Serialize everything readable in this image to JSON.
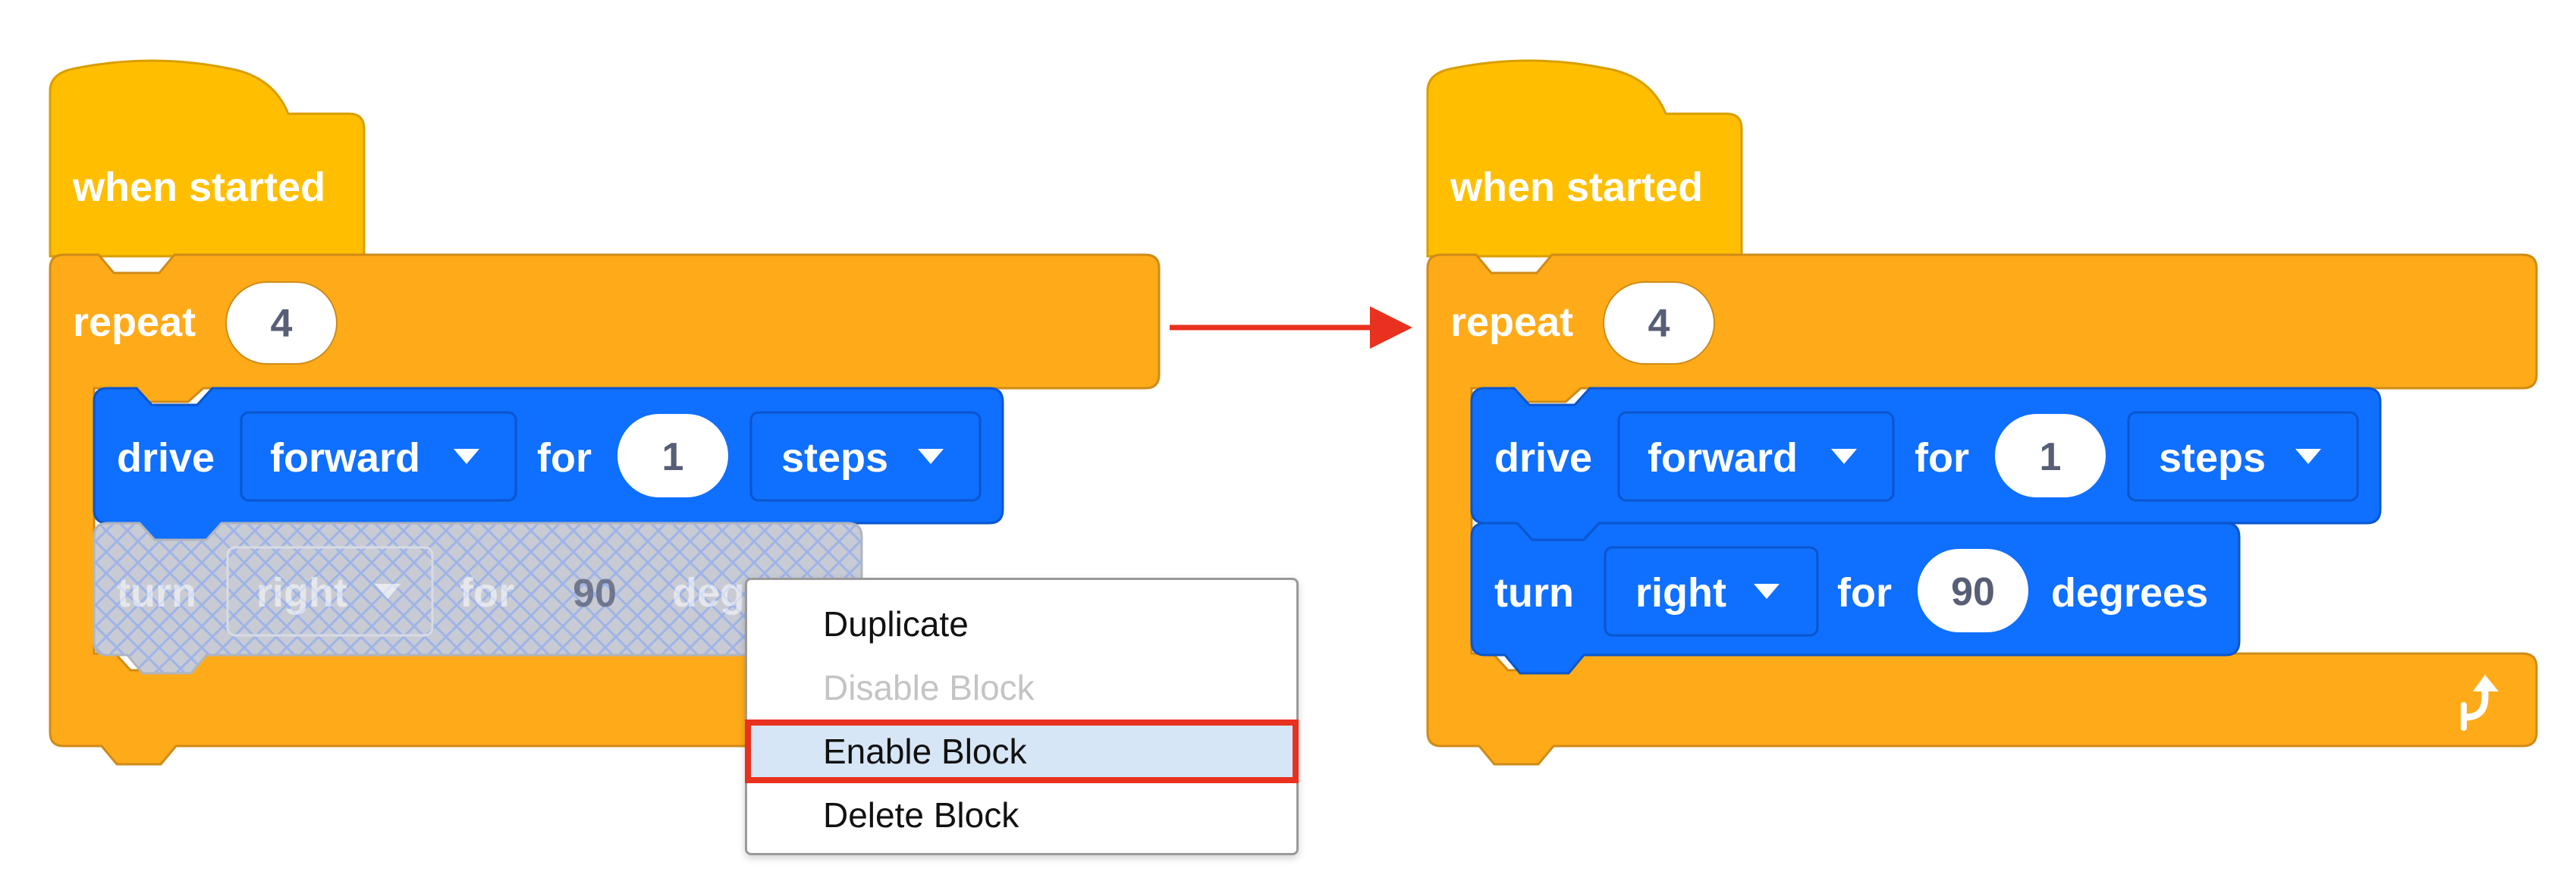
{
  "colors": {
    "event_yellow": "#FFBF00",
    "control_orange": "#FFAB19",
    "motion_blue": "#0F6FFF",
    "disabled_gray": "#C8CBD3",
    "pill_text": "#575E75",
    "arrow_red": "#E8311E",
    "menu_highlight": "#D6E6F7"
  },
  "before": {
    "hat_label": "when started",
    "repeat_label": "repeat",
    "repeat_count": "4",
    "drive": {
      "label": "drive",
      "direction": "forward",
      "for_label": "for",
      "amount": "1",
      "unit": "steps"
    },
    "turn_disabled": {
      "label": "turn",
      "direction": "right",
      "for_label": "for",
      "amount": "90",
      "unit_visible": "deg"
    }
  },
  "context_menu": {
    "items": [
      {
        "label": "Duplicate",
        "state": "enabled"
      },
      {
        "label": "Disable Block",
        "state": "disabled"
      },
      {
        "label": "Enable Block",
        "state": "highlighted"
      },
      {
        "label": "Delete Block",
        "state": "enabled"
      }
    ]
  },
  "transition_arrow": "arrow-right-icon",
  "after": {
    "hat_label": "when started",
    "repeat_label": "repeat",
    "repeat_count": "4",
    "drive": {
      "label": "drive",
      "direction": "forward",
      "for_label": "for",
      "amount": "1",
      "unit": "steps"
    },
    "turn": {
      "label": "turn",
      "direction": "right",
      "for_label": "for",
      "amount": "90",
      "unit": "degrees"
    },
    "loop_icon": "loop-arrow-icon"
  }
}
